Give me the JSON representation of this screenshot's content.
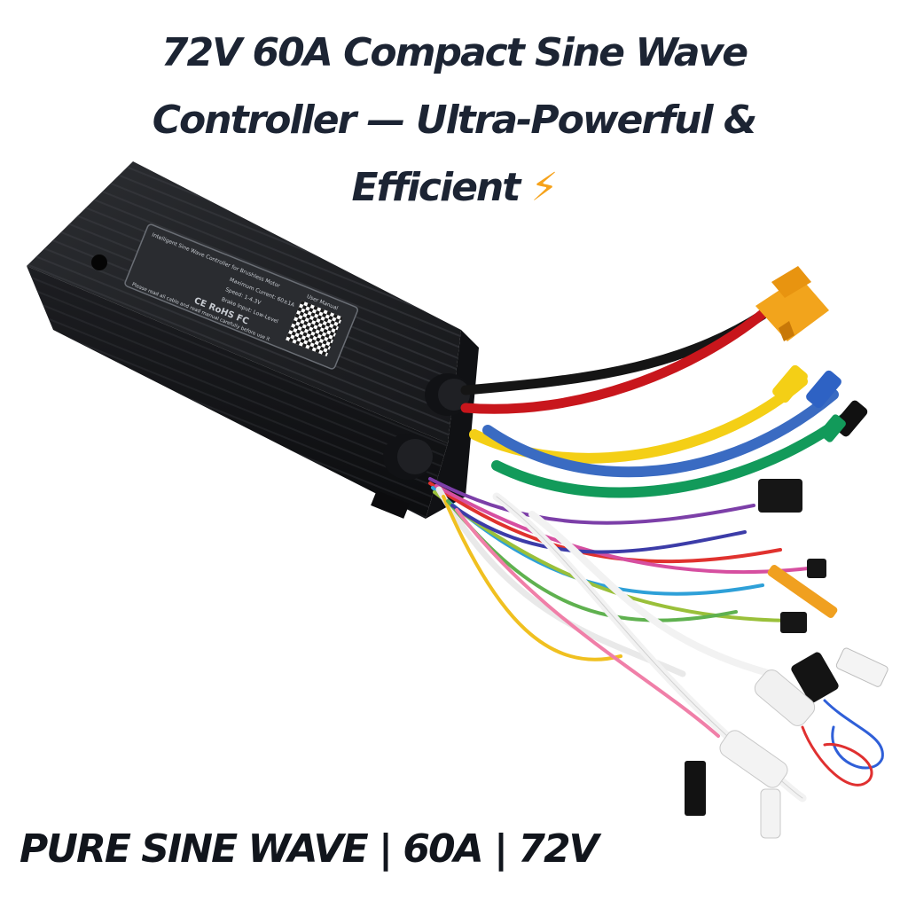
{
  "headline": {
    "line1": "72V 60A Compact Sine Wave",
    "line2": "Controller — Ultra-Powerful &",
    "line3": "Efficient",
    "emoji": "⚡"
  },
  "tagline": "PURE SINE WAVE  | 60A | 72V",
  "product": {
    "label": {
      "title": "Intelligent Sine Wave Controller for Brushless Motor",
      "spec_current": "Maximum Current: 60±1A",
      "spec_speed": "Speed: 1-4.3V",
      "spec_brake": "Brake Input: Low-Level",
      "manual": "User Manual",
      "cert": "CE RoHS FC",
      "warning": "Please read all cable and read manual carefully before use it"
    }
  }
}
